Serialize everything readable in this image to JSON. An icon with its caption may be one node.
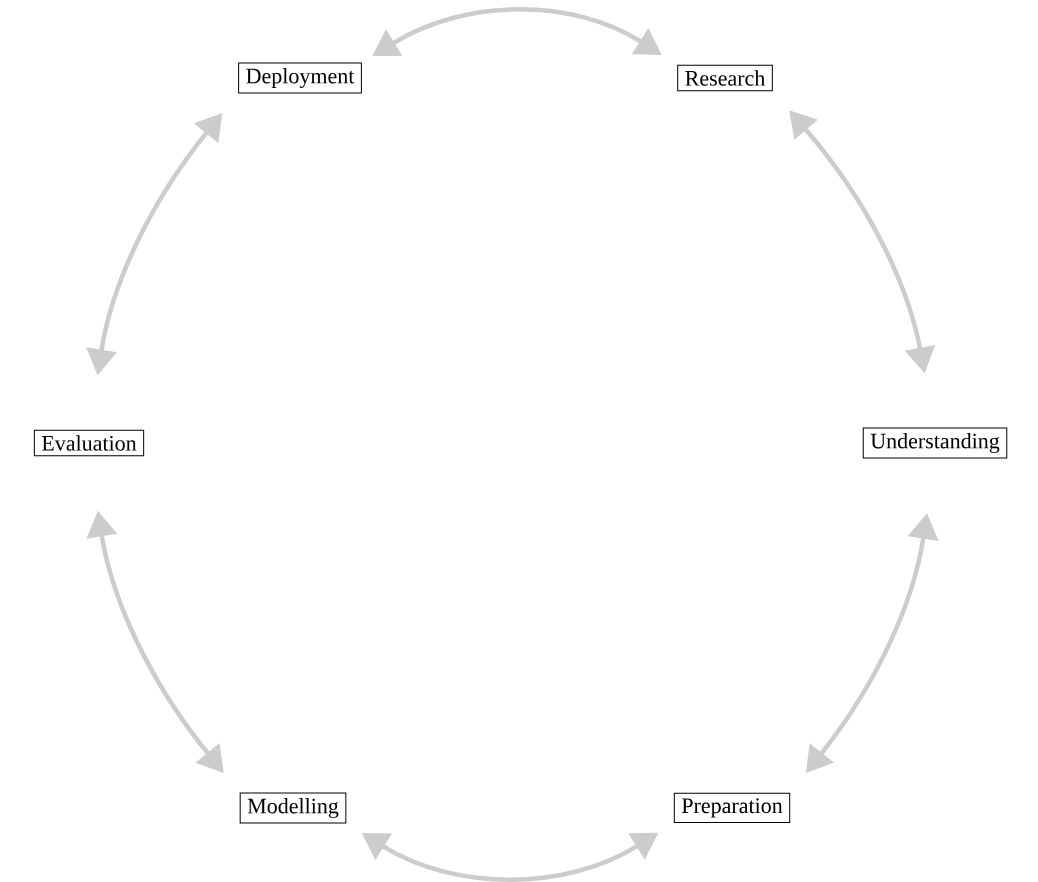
{
  "diagram": {
    "nodes": [
      {
        "text": [
          "Research"
        ]
      },
      {
        "text": [
          "Understanding"
        ]
      },
      {
        "text": [
          "Preparation"
        ]
      },
      {
        "text": [
          "Modelling"
        ]
      },
      {
        "text": [
          "Evaluation"
        ]
      },
      {
        "text": [
          "Deployment"
        ]
      }
    ],
    "edges": [
      {
        "from": 5,
        "to": 0,
        "arrow": "both"
      },
      {
        "from": 0,
        "to": 1,
        "arrow": "both"
      },
      {
        "from": 1,
        "to": 2,
        "arrow": "both"
      },
      {
        "from": 2,
        "to": 3,
        "arrow": "both"
      },
      {
        "from": 3,
        "to": 4,
        "arrow": "both"
      },
      {
        "from": 4,
        "to": 5,
        "arrow": "both"
      }
    ]
  }
}
